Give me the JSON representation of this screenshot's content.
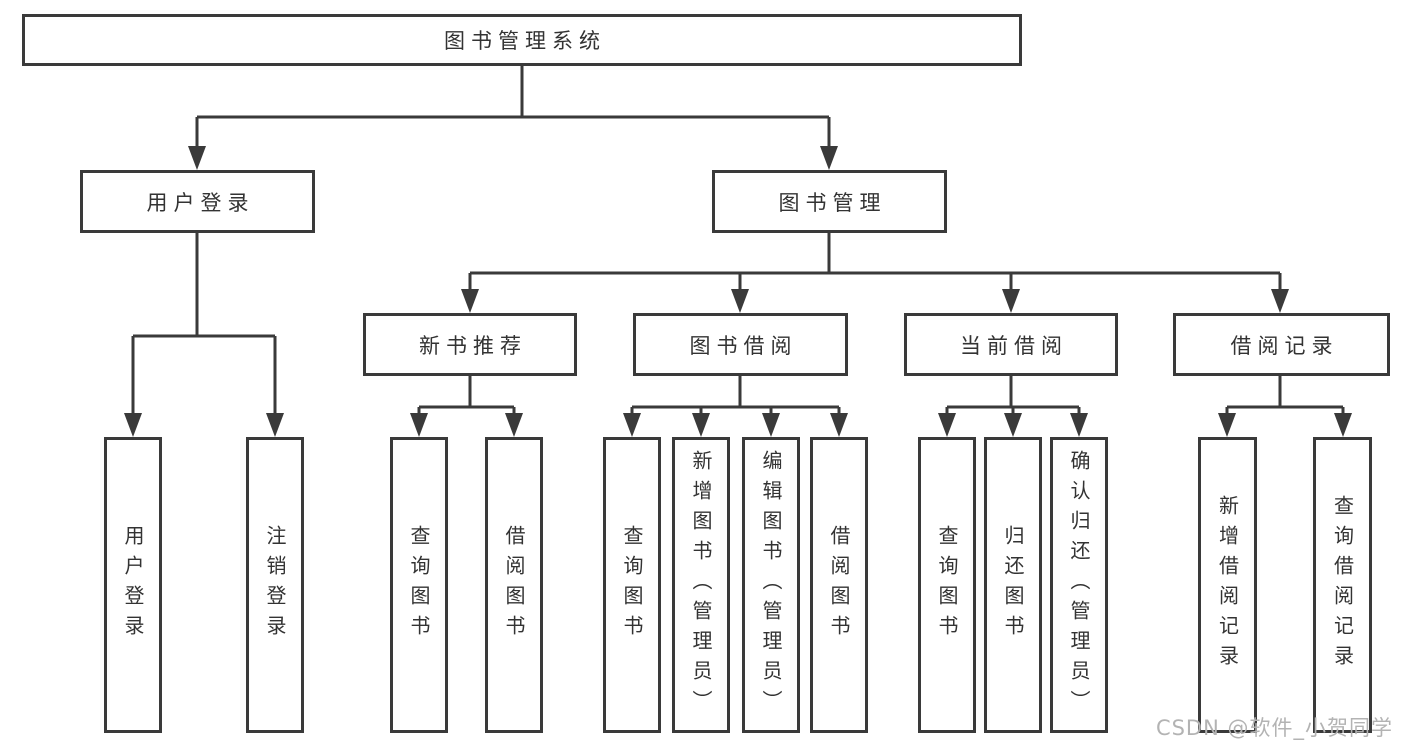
{
  "diagram_title": "图书管理系统",
  "branches": {
    "user_login": {
      "label": "用户登录",
      "children": [
        "用户登录",
        "注销登录"
      ]
    },
    "book_mgmt": {
      "label": "图书管理",
      "sections": [
        {
          "label": "新书推荐",
          "children": [
            "查询图书",
            "借阅图书"
          ]
        },
        {
          "label": "图书借阅",
          "children": [
            "查询图书",
            "新增图书（管理员）",
            "编辑图书（管理员）",
            "借阅图书"
          ]
        },
        {
          "label": "当前借阅",
          "children": [
            "查询图书",
            "归还图书",
            "确认归还（管理员）"
          ]
        },
        {
          "label": "借阅记录",
          "children": [
            "新增借阅记录",
            "查询借阅记录"
          ]
        }
      ]
    }
  },
  "watermark": "CSDN @软件_小贺同学",
  "colors": {
    "line": "#3a3a3a",
    "text": "#333333",
    "background": "#ffffff",
    "watermark": "#b3b3b3"
  }
}
